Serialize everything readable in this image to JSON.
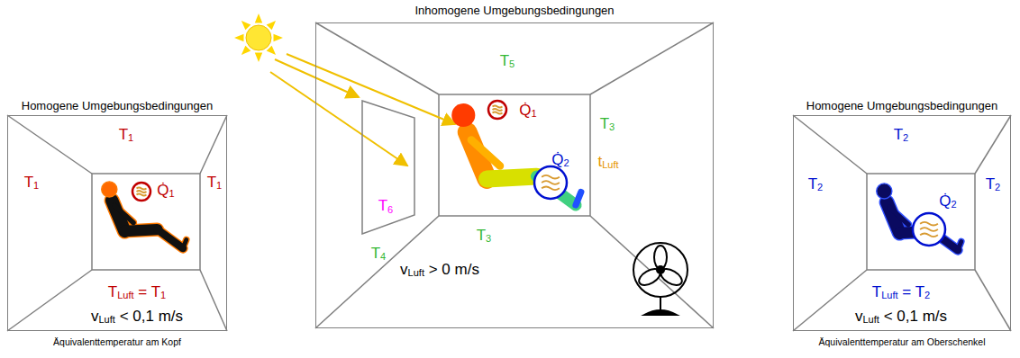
{
  "diagram": {
    "nodes": [
      {
        "text": [
          "Homogene Umgebungsbedingungen",
          "Äquivalenttemperatur am Kopf"
        ]
      },
      {
        "text": [
          "Inhomogene Umgebungsbedingungen"
        ]
      },
      {
        "text": [
          "T6"
        ],
        "in": 1
      },
      {
        "text": [
          "Homogene Umgebungsbedingungen",
          "Äquivalenttemperatur am Oberschenkel"
        ]
      }
    ],
    "labels": [
      "T1",
      "T1",
      "Q̇1",
      "T1",
      "TLuft = T1",
      "vLuft < 0,1 m/s",
      "T5",
      "Q̇1",
      "T3",
      "Q̇2",
      "tLuft",
      "T4",
      "T3",
      "vLuft > 0 m/s",
      "T2",
      "T2",
      "Q̇2",
      "T2",
      "TLuft = T2",
      "vLuft < 0,1 m/s"
    ]
  }
}
